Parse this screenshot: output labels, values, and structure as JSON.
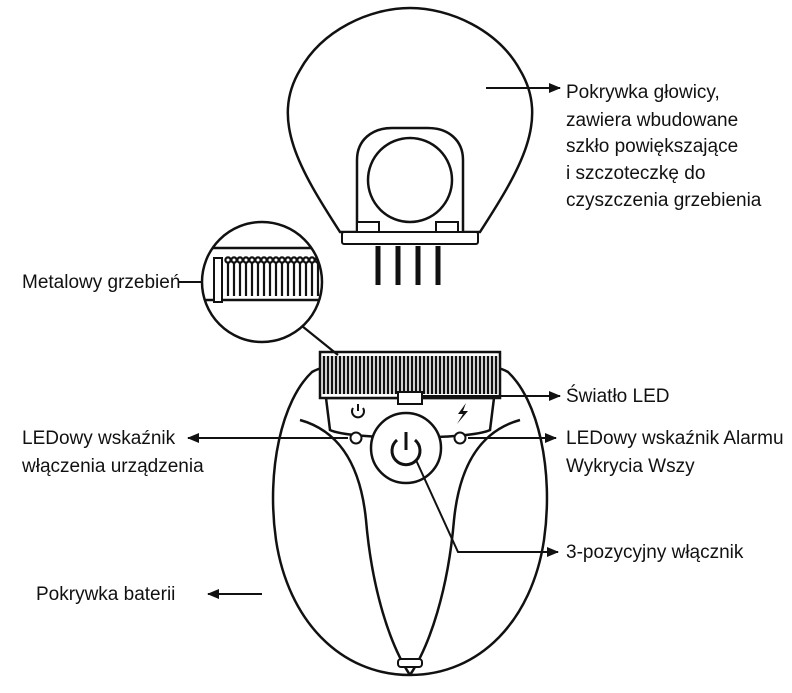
{
  "labels": {
    "head_cover": [
      "Pokrywka głowicy,",
      "zawiera wbudowane",
      "szkło powiększające",
      "i szczoteczkę do",
      "czyszczenia grzebienia"
    ],
    "metal_comb": [
      "Metalowy grzebień"
    ],
    "led_light": [
      "Światło LED"
    ],
    "power_led": [
      "LEDowy wskaźnik",
      "włączenia urządzenia"
    ],
    "lice_alarm_led": [
      "LEDowy wskaźnik Alarmu",
      "Wykrycia Wszy"
    ],
    "switch": [
      "3-pozycyjny włącznik"
    ],
    "battery_cover": [
      "Pokrywka baterii"
    ]
  },
  "colors": {
    "ink": "#111111",
    "background": "#ffffff"
  },
  "icons": [
    "power-symbol-icon",
    "lightning-bolt-icon",
    "power-button-icon",
    "arrow-icon"
  ]
}
